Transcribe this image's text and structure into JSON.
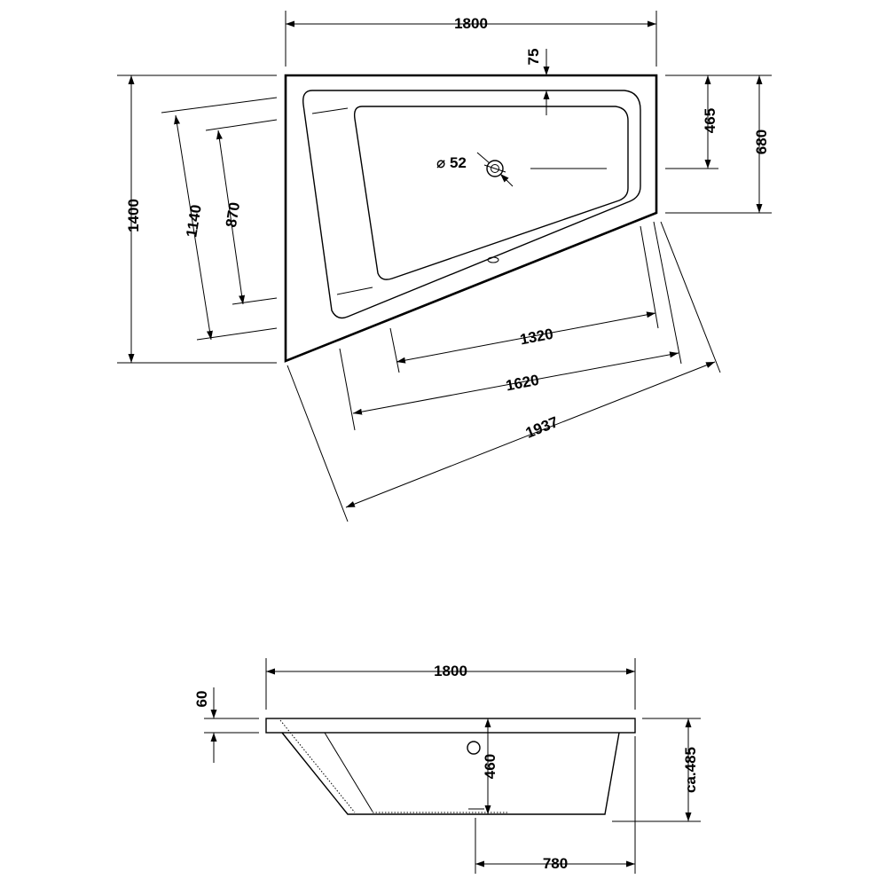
{
  "top_view": {
    "width": "1800",
    "length_side": "1400",
    "rim_offset": "75",
    "inner_depth": "465",
    "side_depth": "680",
    "inner_side_1140": "1140",
    "inner_side_870": "870",
    "drain_diameter": "52",
    "inner_front_1320": "1320",
    "outer_front_1620": "1620",
    "diagonal": "1937"
  },
  "side_view": {
    "width": "1800",
    "rim_height": "60",
    "drain_height": "460",
    "total_height": "ca.485",
    "drain_position": "780"
  }
}
